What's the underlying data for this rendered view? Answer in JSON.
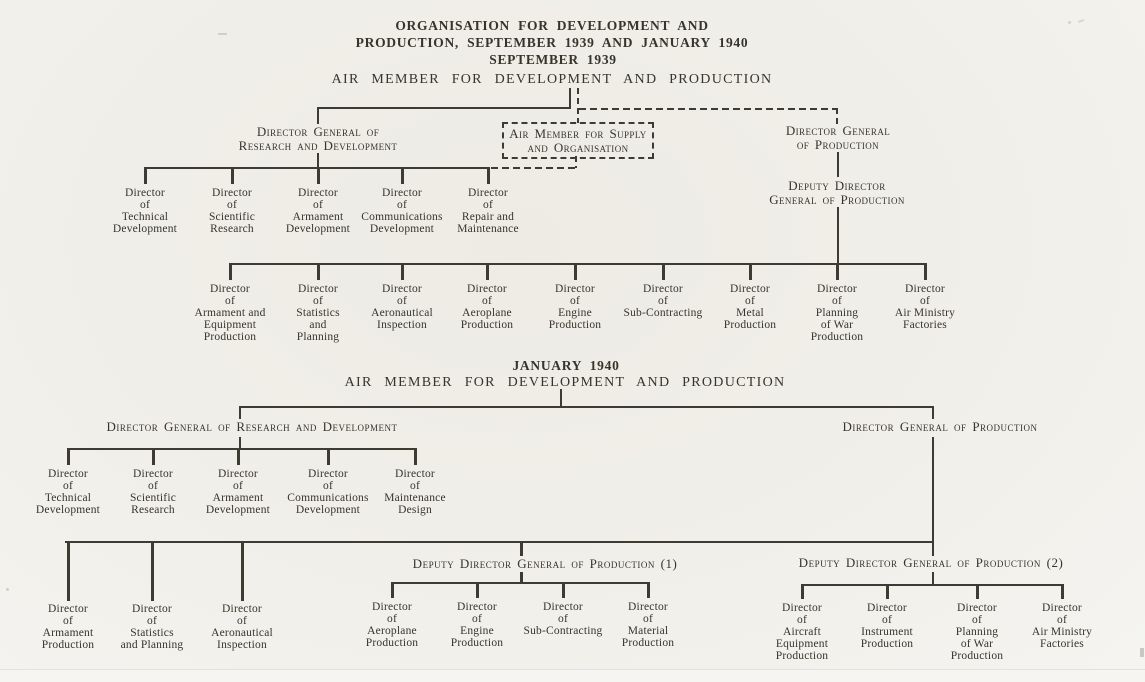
{
  "colors": {
    "paper": "#f0eee8",
    "ink": "#37342c",
    "line": "#3e3b33"
  },
  "header": {
    "title_line1": "ORGANISATION FOR DEVELOPMENT AND",
    "title_line2": "PRODUCTION, SEPTEMBER 1939 AND JANUARY 1940",
    "section_heading": "SEPTEMBER 1939"
  },
  "sept1939": {
    "root": "AIR MEMBER FOR DEVELOPMENT AND PRODUCTION",
    "dg_research": [
      "Director General of",
      "Research and Development"
    ],
    "air_member_supply": [
      "Air Member for",
      "Supply and Organisation"
    ],
    "dg_production": [
      "Director General",
      "of Production"
    ],
    "deputy_dg_production": [
      "Deputy Director",
      "General of Production"
    ],
    "research_directors": [
      [
        "Director",
        "of",
        "Technical",
        "Development"
      ],
      [
        "Director",
        "of",
        "Scientific",
        "Research"
      ],
      [
        "Director",
        "of",
        "Armament",
        "Development"
      ],
      [
        "Director",
        "of",
        "Communications",
        "Development"
      ],
      [
        "Director",
        "of",
        "Repair and",
        "Maintenance"
      ]
    ],
    "production_directors": [
      [
        "Director",
        "of",
        "Armament and",
        "Equipment",
        "Production"
      ],
      [
        "Director",
        "of",
        "Statistics",
        "and",
        "Planning"
      ],
      [
        "Director",
        "of",
        "Aeronautical",
        "Inspection"
      ],
      [
        "Director",
        "of",
        "Aeroplane",
        "Production"
      ],
      [
        "Director",
        "of",
        "Engine",
        "Production"
      ],
      [
        "Director",
        "of",
        "Sub-Contracting"
      ],
      [
        "Director",
        "of",
        "Metal",
        "Production"
      ],
      [
        "Director",
        "of",
        "Planning",
        "of War",
        "Production"
      ],
      [
        "Director",
        "of",
        "Air Ministry",
        "Factories"
      ]
    ]
  },
  "jan1940": {
    "section_heading": "JANUARY 1940",
    "root": "AIR MEMBER FOR DEVELOPMENT AND PRODUCTION",
    "dg_research": "Director General of Research and Development",
    "dg_production": "Director General of Production",
    "deputy_dg_production_1": "Deputy Director General of Production (1)",
    "deputy_dg_production_2": "Deputy Director General of Production (2)",
    "research_directors": [
      [
        "Director",
        "of",
        "Technical",
        "Development"
      ],
      [
        "Director",
        "of",
        "Scientific",
        "Research"
      ],
      [
        "Director",
        "of",
        "Armament",
        "Development"
      ],
      [
        "Director",
        "of",
        "Communications",
        "Development"
      ],
      [
        "Director",
        "of",
        "Maintenance",
        "Design"
      ]
    ],
    "production_staff_directors": [
      [
        "Director",
        "of",
        "Armament",
        "Production"
      ],
      [
        "Director",
        "of",
        "Statistics",
        "and Planning"
      ],
      [
        "Director",
        "of",
        "Aeronautical",
        "Inspection"
      ]
    ],
    "ddgp1_directors": [
      [
        "Director",
        "of",
        "Aeroplane",
        "Production"
      ],
      [
        "Director",
        "of",
        "Engine",
        "Production"
      ],
      [
        "Director",
        "of",
        "Sub-Contracting"
      ],
      [
        "Director",
        "of",
        "Material",
        "Production"
      ]
    ],
    "ddgp2_directors": [
      [
        "Director",
        "of",
        "Aircraft",
        "Equipment",
        "Production"
      ],
      [
        "Director",
        "of",
        "Instrument",
        "Production"
      ],
      [
        "Director",
        "of",
        "Planning",
        "of War",
        "Production"
      ],
      [
        "Director",
        "of",
        "Air Ministry",
        "Factories"
      ]
    ]
  }
}
